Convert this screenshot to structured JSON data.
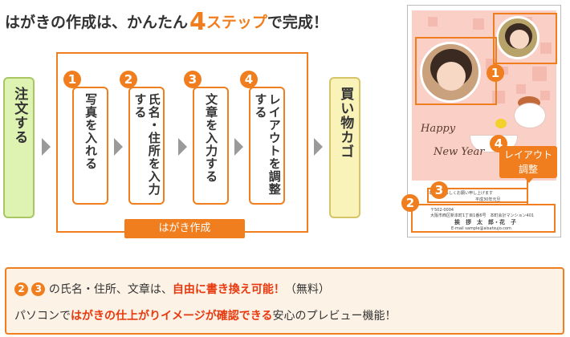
{
  "header": {
    "title_part1": "はがきの作成は、かんたん",
    "title_number": "4",
    "title_part2": "ステップ",
    "title_part3": "で完成！"
  },
  "flow": {
    "order_label": "注文する",
    "steps": [
      {
        "number": "1",
        "label": "写真を入れる"
      },
      {
        "number": "2",
        "label": "氏名・住所を入力する"
      },
      {
        "number": "3",
        "label": "文章を入力する"
      },
      {
        "number": "4",
        "label": "レイアウトを調整する"
      }
    ],
    "cart_label": "買い物カゴ",
    "group_label": "はがき作成"
  },
  "postcard": {
    "greeting_line1": "Happy",
    "greeting_line2": "New Year",
    "message_line1": "本年もよろしくお願い申し上げます",
    "message_line2": "平成30年元旦",
    "postal_code": "〒502-0004",
    "address_line": "大阪市西区新本町1丁目1番6号　本町会計マンション401",
    "name_line": "挨　拶　太　郎・花　子",
    "email_line": "E-mail sample@aisatsujo.com",
    "layout_tooltip_line1": "レイアウト",
    "layout_tooltip_line2": "調整",
    "callout_numbers": [
      "1",
      "2",
      "3",
      "4"
    ]
  },
  "footer": {
    "line1_circle_a": "2",
    "line1_circle_b": "3",
    "line1_text1": "の氏名・住所、文章は、",
    "line1_highlight": "自由に書き換え可能！",
    "line1_text2": "（無料）",
    "line2_text1": "パソコンで",
    "line2_highlight": "はがきの仕上がりイメージが確認できる",
    "line2_text2": "安心のプレビュー機能！"
  },
  "colors": {
    "accent": "#f07e1e",
    "highlight_red": "#e8390e",
    "order_bg": "#def3b2",
    "cart_bg": "#f9f2b9",
    "card_pink": "#f9cfc6"
  }
}
